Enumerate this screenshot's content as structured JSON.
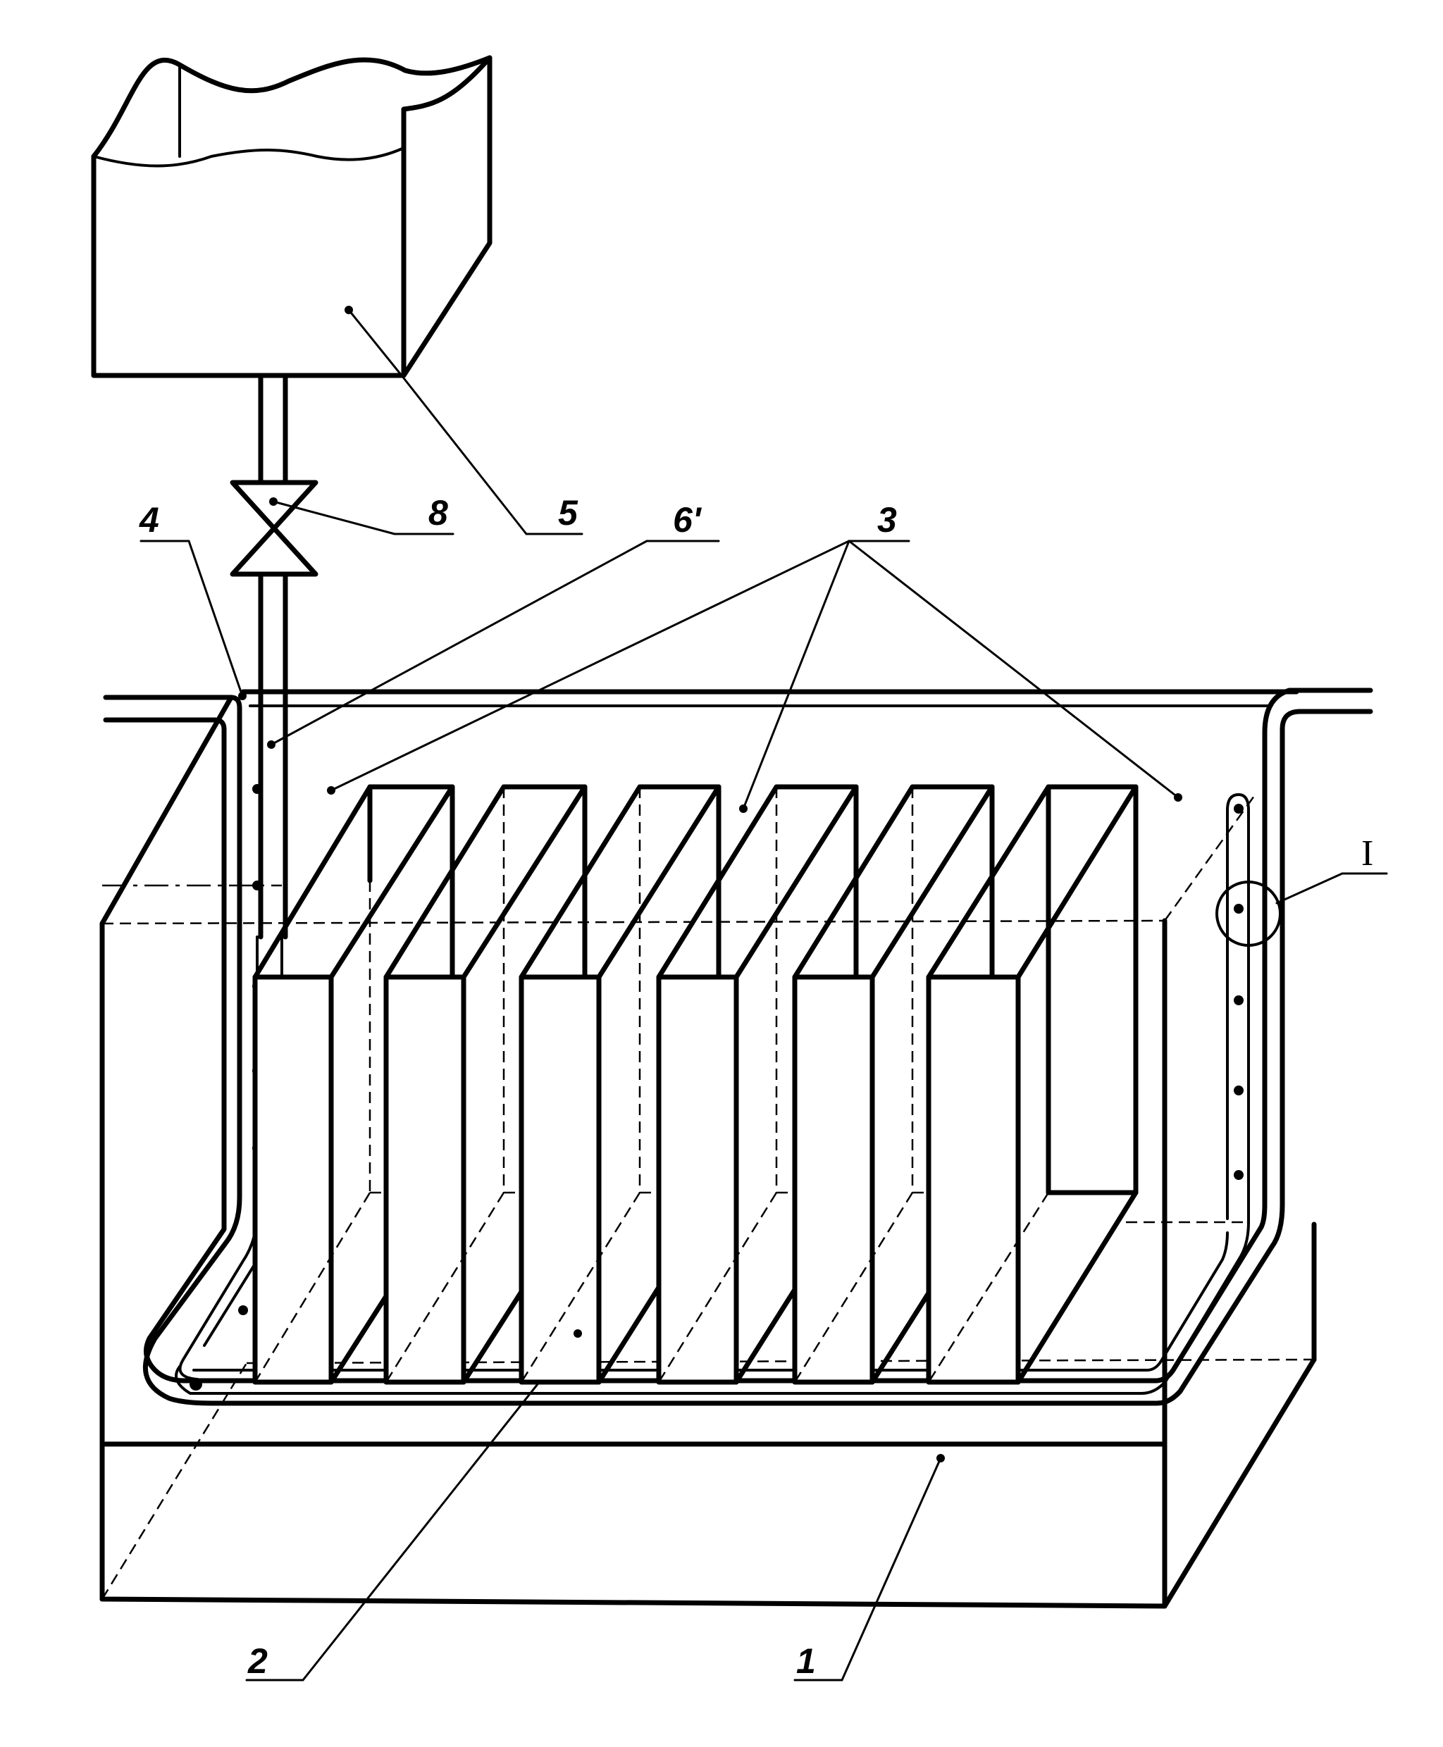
{
  "labels": {
    "l1": "1",
    "l2": "2",
    "l3": "3",
    "l4": "4",
    "l5": "5",
    "l6": "6'",
    "l8": "8",
    "lI": "I"
  },
  "plate_count": 6
}
